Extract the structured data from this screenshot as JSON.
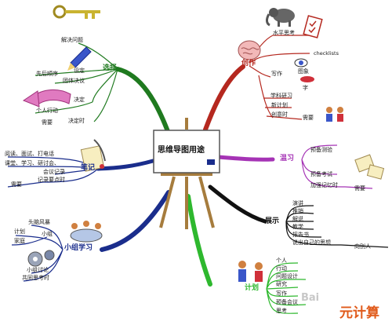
{
  "center": {
    "title": "思维导图用途"
  },
  "branches": {
    "choose": {
      "title": "选择",
      "items": [
        "解决问题",
        "设定",
        "先后顺序",
        "团体决议",
        "决定",
        "个人行动",
        "需要",
        "决定时"
      ]
    },
    "create": {
      "title": "创作",
      "items": [
        "水平思考",
        "checklists",
        "写作",
        "图象",
        "字",
        "学科研习",
        "新计划",
        "创意时",
        "需要"
      ]
    },
    "notes": {
      "title": "笔记",
      "items": [
        "阅读、面试、打电话",
        "课堂、学习、研讨会、",
        "会议记录",
        "记录要点时",
        "需要"
      ]
    },
    "memory": {
      "title": "温习",
      "items": [
        "预备测验",
        "预备考试",
        "加强记忆时",
        "需要"
      ]
    },
    "group": {
      "title": "小组学习",
      "items": [
        "头脑风暴",
        "小组",
        "计划",
        "家庭",
        "小组讨论",
        "共同思考时"
      ]
    },
    "present": {
      "title": "展示",
      "items": [
        "演讲",
        "推销",
        "解说",
        "教学",
        "报告书",
        "说出自己的思想",
        "向别人"
      ]
    },
    "plan": {
      "title": "计划",
      "items": [
        "个人",
        "行动",
        "问题设计",
        "研究",
        "写作",
        "预备会议",
        "思考"
      ]
    }
  },
  "watermark": {
    "site": "Bai",
    "brand": "元计算"
  },
  "colors": {
    "choose": "#1f7a1f",
    "create": "#b5281f",
    "notes": "#1a2d8c",
    "memory": "#a533b5",
    "group": "#1a2d8c",
    "present": "#111111",
    "plan": "#2eb82e",
    "easel_wood": "#a67c3d"
  }
}
